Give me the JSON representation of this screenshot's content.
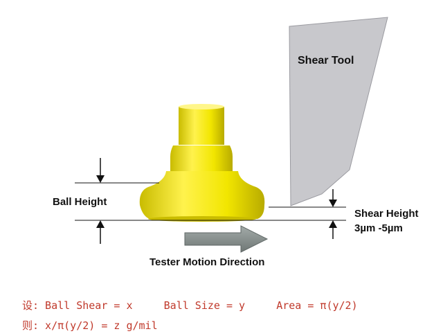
{
  "labels": {
    "shear_tool": "Shear Tool",
    "ball_height": "Ball Height",
    "shear_height": "Shear Height",
    "shear_height_range": "3µm -5µm",
    "tester_motion": "Tester Motion Direction"
  },
  "formulas": {
    "line1": "设: Ball Shear = x     Ball Size = y     Area = π(y/2)",
    "line2": "则: x/π(y/2) = z g/mil"
  },
  "colors": {
    "ball": "#f2e600",
    "ball_shadow": "#c9bc00",
    "tool": "#c8c8cc",
    "arrow": "#8e9694",
    "formula_text": "#c0392b"
  }
}
